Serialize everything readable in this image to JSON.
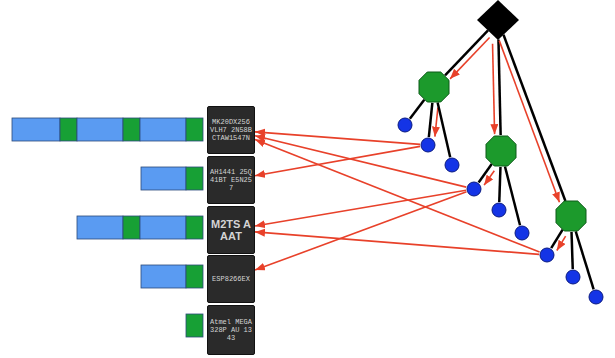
{
  "diagram": {
    "nodes": [
      {
        "text": [
          "MK20DX256 VLH7 2N58B CTAW1547N"
        ]
      },
      {
        "text": [
          "AH1441 25Q41BT E5N257"
        ]
      },
      {
        "text": [
          "M2TS AAAT"
        ]
      },
      {
        "text": [
          "ESP8266EX"
        ]
      },
      {
        "text": [
          "Atmel MEGA328P AU 1343"
        ]
      },
      {
        "text": []
      },
      {
        "text": []
      },
      {
        "text": []
      },
      {
        "text": []
      },
      {
        "text": []
      },
      {
        "text": []
      },
      {
        "text": []
      },
      {
        "text": []
      },
      {
        "text": []
      },
      {
        "text": []
      },
      {
        "text": []
      },
      {
        "text": []
      },
      {
        "text": []
      }
    ],
    "edges": [
      {
        "from": 5,
        "to": 6,
        "arrow": "to"
      },
      {
        "from": 5,
        "to": 7,
        "arrow": "to"
      },
      {
        "from": 5,
        "to": 8,
        "arrow": "to"
      },
      {
        "from": 6,
        "to": 9,
        "arrow": "none"
      },
      {
        "from": 6,
        "to": 10,
        "arrow": "to"
      },
      {
        "from": 6,
        "to": 11,
        "arrow": "none"
      },
      {
        "from": 7,
        "to": 12,
        "arrow": "to"
      },
      {
        "from": 7,
        "to": 13,
        "arrow": "none"
      },
      {
        "from": 7,
        "to": 14,
        "arrow": "none"
      },
      {
        "from": 8,
        "to": 15,
        "arrow": "to"
      },
      {
        "from": 8,
        "to": 16,
        "arrow": "none"
      },
      {
        "from": 8,
        "to": 17,
        "arrow": "none"
      },
      {
        "from": 10,
        "to": 0,
        "arrow": "to"
      },
      {
        "from": 10,
        "to": 1,
        "arrow": "to"
      },
      {
        "from": 12,
        "to": 0,
        "arrow": "to"
      },
      {
        "from": 12,
        "to": 2,
        "arrow": "to"
      },
      {
        "from": 12,
        "to": 3,
        "arrow": "to"
      },
      {
        "from": 15,
        "to": 0,
        "arrow": "to"
      },
      {
        "from": 15,
        "to": 2,
        "arrow": "to"
      }
    ]
  }
}
